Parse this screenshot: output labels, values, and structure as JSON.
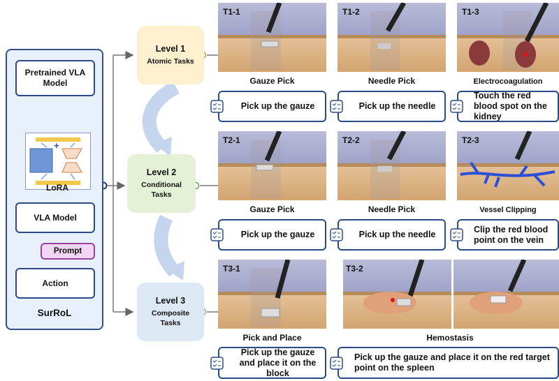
{
  "framework": {
    "title": "SurRoL",
    "pretrained": "Pretrained VLA Model",
    "lora": "LoRA",
    "vla_model": "VLA Model",
    "prompt": "Prompt",
    "action": "Action"
  },
  "levels": [
    {
      "title": "Level 1",
      "subtitle": "Atomic Tasks"
    },
    {
      "title": "Level 2",
      "subtitle": "Conditional Tasks"
    },
    {
      "title": "Level 3",
      "subtitle": "Composite Tasks"
    }
  ],
  "tasks": {
    "t1_1": {
      "id": "T1-1",
      "name": "Gauze Pick",
      "instruction": "Pick up the gauze"
    },
    "t1_2": {
      "id": "T1-2",
      "name": "Needle Pick",
      "instruction": "Pick up the needle"
    },
    "t1_3": {
      "id": "T1-3",
      "name": "Electrocoagulation",
      "instruction": "Touch the red blood spot on the kidney"
    },
    "t2_1": {
      "id": "T2-1",
      "name": "Gauze Pick",
      "instruction": "Pick up the gauze"
    },
    "t2_2": {
      "id": "T2-2",
      "name": "Needle Pick",
      "instruction": "Pick up the needle"
    },
    "t2_3": {
      "id": "T2-3",
      "name": "Vessel Clipping",
      "instruction": "Clip the red blood point on the vein"
    },
    "t3_1": {
      "id": "T3-1",
      "name": "Pick and Place",
      "instruction": "Pick up the gauze and place it on the block"
    },
    "t3_2": {
      "id": "T3-2",
      "name": "Hemostasis",
      "instruction": "Pick up the gauze and place it on the red target point on the spleen"
    }
  },
  "icons": {
    "instruction": "checklist-icon"
  },
  "colors": {
    "panel_border": "#2f4f8a",
    "panel_fill": "#e8f0fb",
    "level1": "#fdf0cf",
    "level2": "#e4f1d6",
    "level3": "#dde8f5",
    "prompt_fill": "#f1d6f3",
    "prompt_border": "#9a3fa6",
    "flow_arrow": "#c5d5ee"
  }
}
